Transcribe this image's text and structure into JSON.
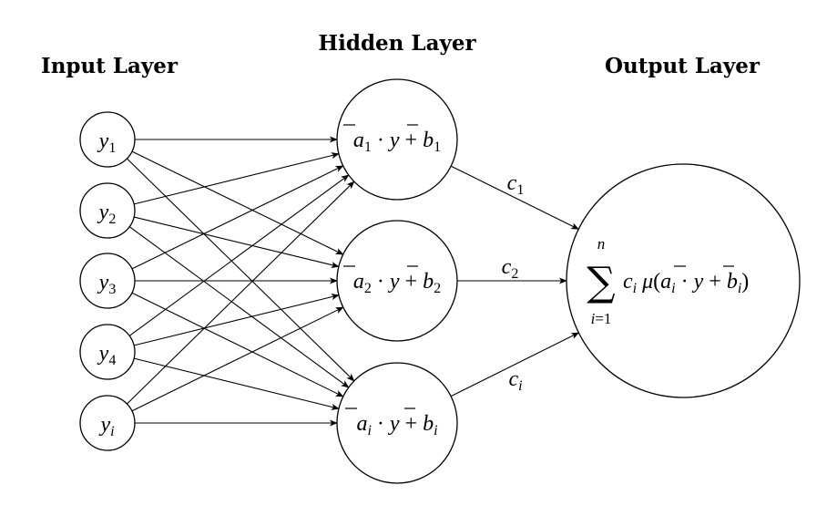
{
  "layers": {
    "input_title": "Input Layer",
    "hidden_title": "Hidden Layer",
    "output_title": "Output Layer"
  },
  "input_nodes": [
    {
      "var": "y",
      "sub": "1"
    },
    {
      "var": "y",
      "sub": "2"
    },
    {
      "var": "y",
      "sub": "3"
    },
    {
      "var": "y",
      "sub": "4"
    },
    {
      "var": "y",
      "sub": "i"
    }
  ],
  "hidden_nodes": [
    {
      "weight_sub": "1",
      "bias_sub": "1"
    },
    {
      "weight_sub": "2",
      "bias_sub": "2"
    },
    {
      "weight_sub": "i",
      "bias_sub": "i"
    }
  ],
  "output_weights": [
    {
      "var": "c",
      "sub": "1"
    },
    {
      "var": "c",
      "sub": "2"
    },
    {
      "var": "c",
      "sub": "i"
    }
  ],
  "output_node": {
    "sum_upper": "n",
    "sum_lower": "i=1",
    "activation": "μ",
    "coef": "c",
    "coef_sub": "i",
    "weight_sub": "i",
    "bias_sub": "i"
  },
  "connectivity": "fully-connected"
}
